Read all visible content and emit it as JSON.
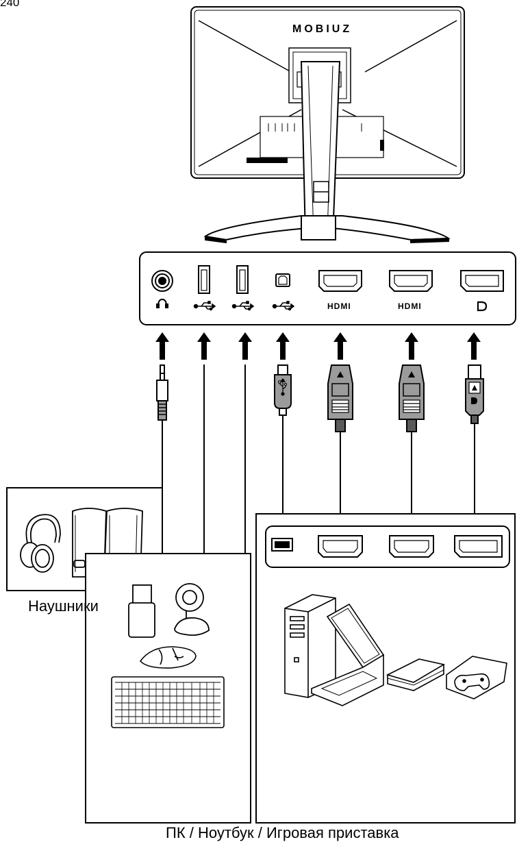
{
  "corner_label": "240",
  "monitor": {
    "brand": "MOBIUZ"
  },
  "ports": [
    {
      "name": "headphone-jack",
      "icon": "headphone-icon",
      "symbol": "headphone"
    },
    {
      "name": "usb-a-port-1",
      "icon": "usb-icon",
      "symbol": "usb"
    },
    {
      "name": "usb-a-port-2",
      "icon": "usb-icon",
      "symbol": "usb"
    },
    {
      "name": "usb-b-port",
      "icon": "usb-icon",
      "symbol": "usb"
    },
    {
      "name": "hdmi-port-1",
      "icon": "hdmi-logo",
      "label": "HDMI"
    },
    {
      "name": "hdmi-port-2",
      "icon": "hdmi-logo",
      "label": "HDMI"
    },
    {
      "name": "displayport-port",
      "icon": "displayport-icon",
      "symbol": "D"
    }
  ],
  "devices": {
    "headphones_label": "Наушники",
    "pc_label": "ПК / Ноутбук / Игровая приставка"
  },
  "colors": {
    "line": "#000000",
    "cable_fill": "#9b9b9b",
    "cable_dark": "#5a5a5a",
    "background": "#ffffff"
  }
}
